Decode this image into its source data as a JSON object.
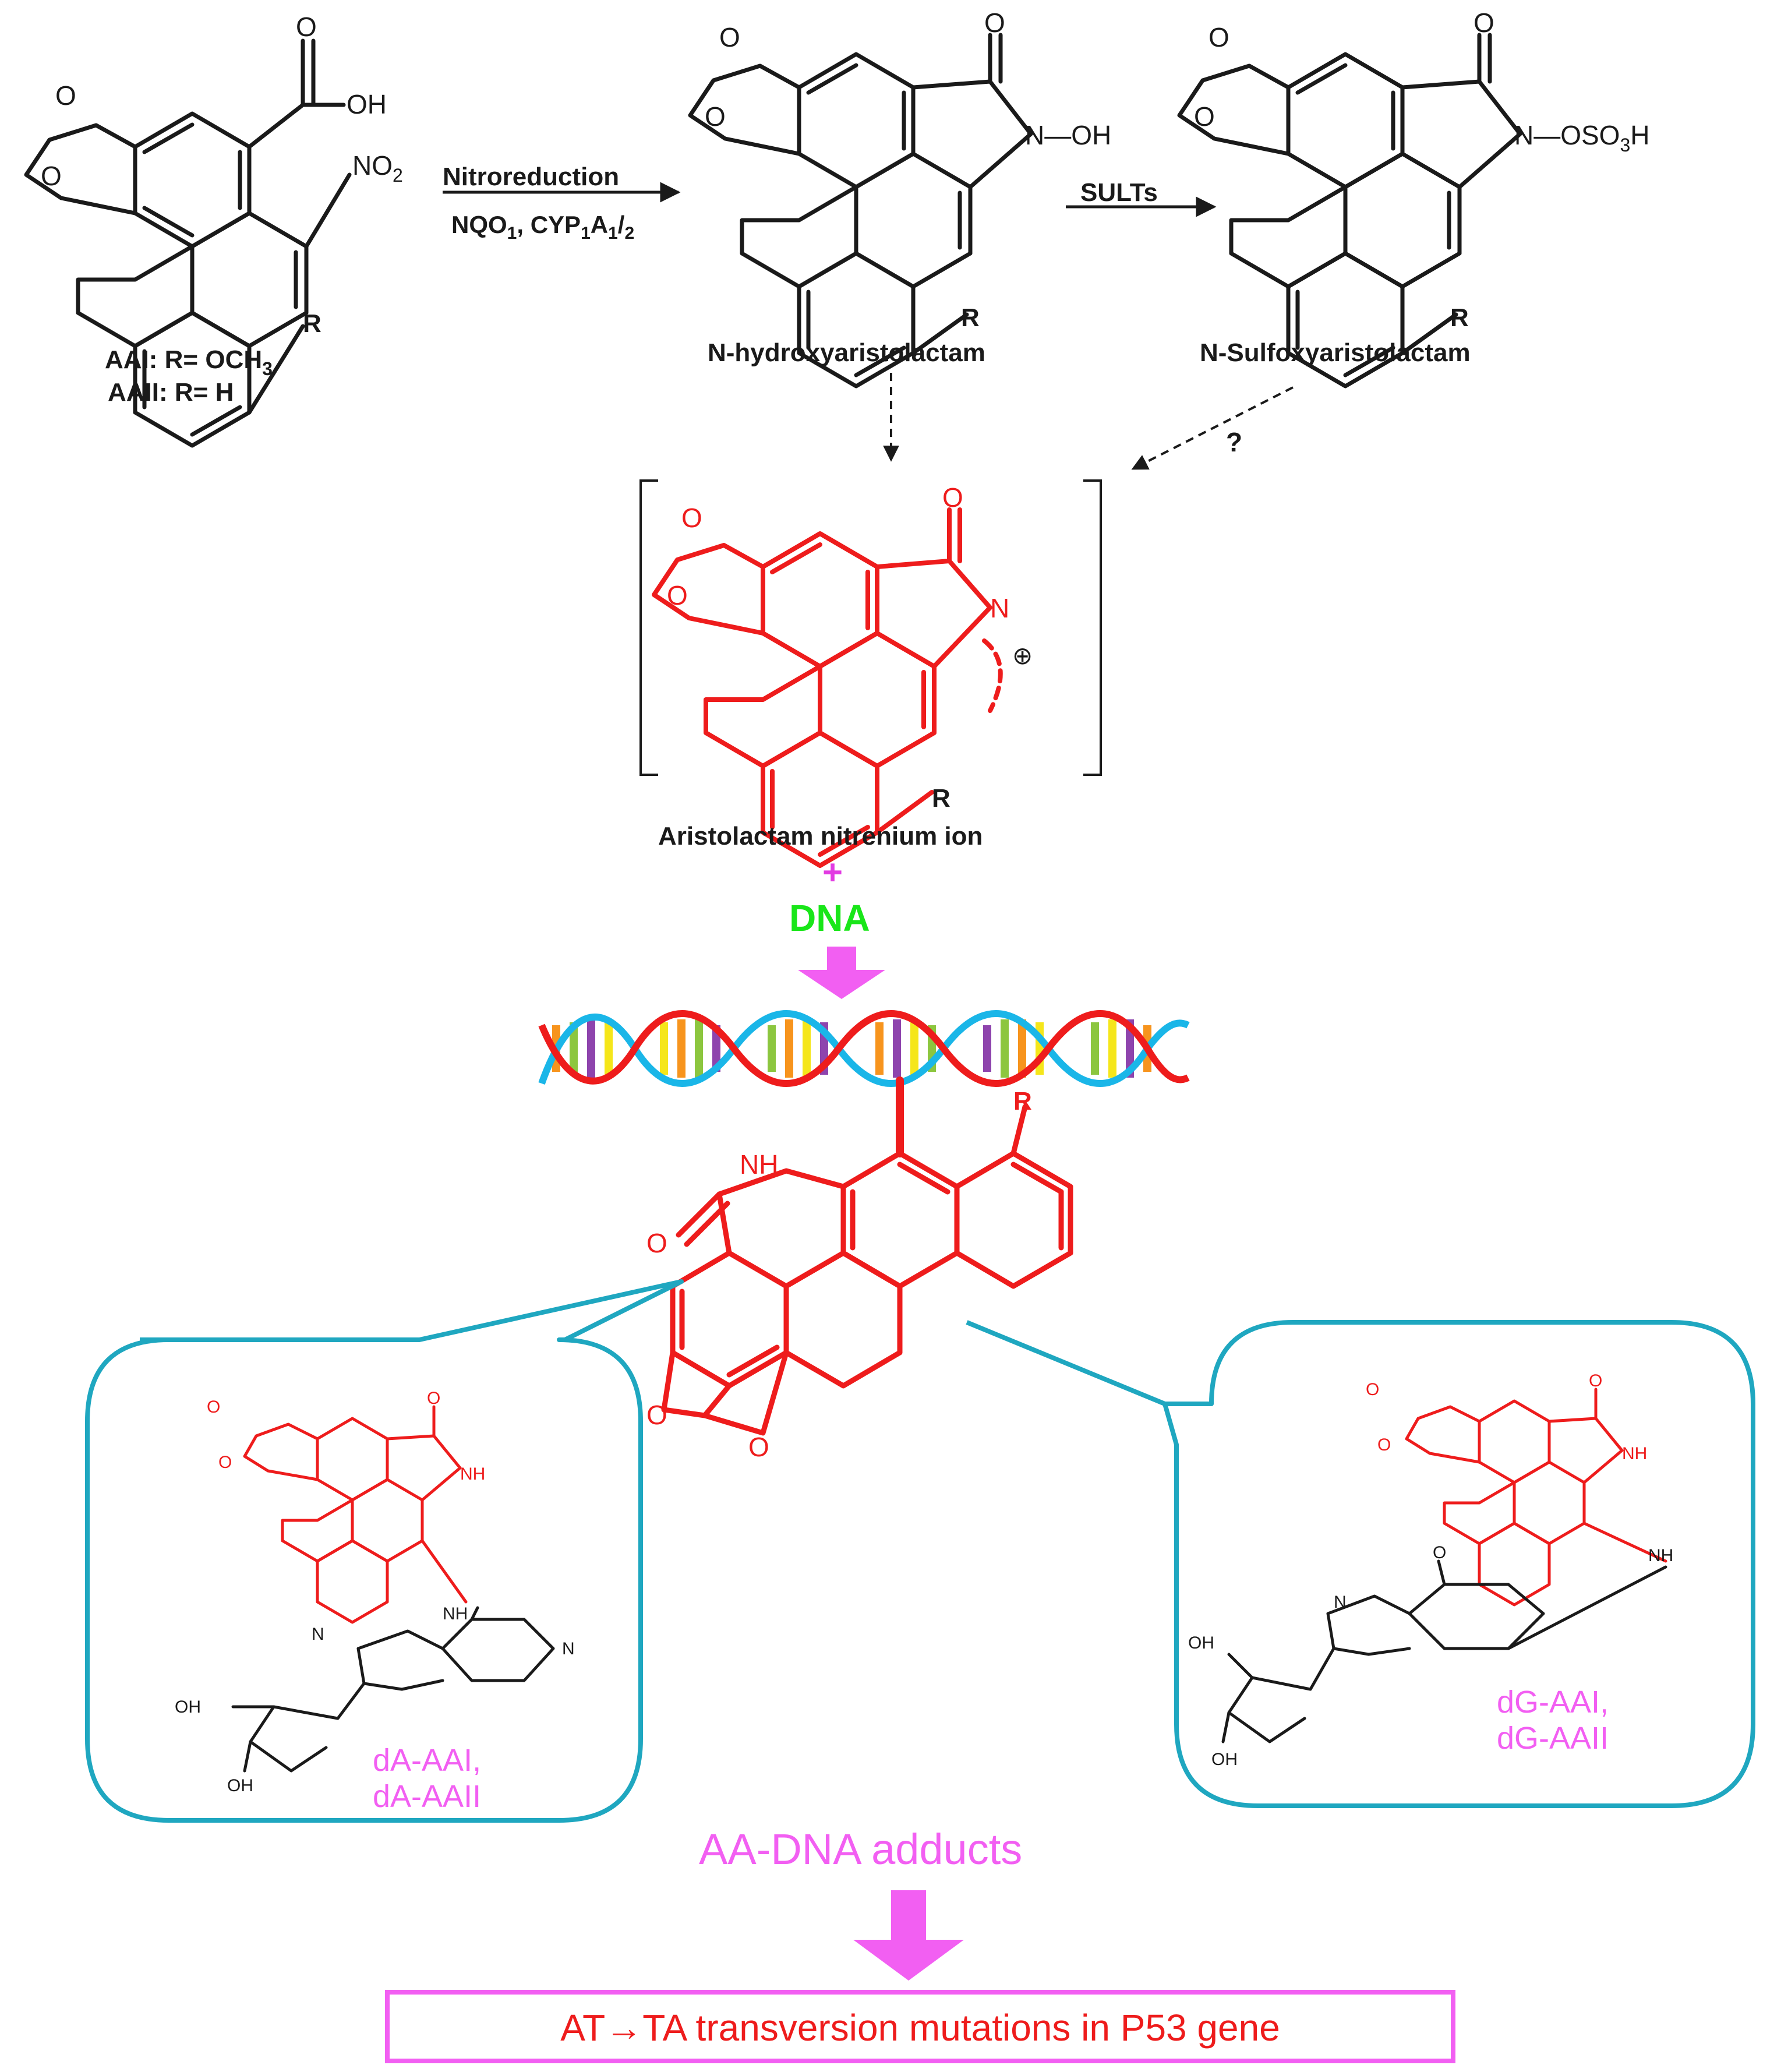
{
  "compounds": {
    "aa": {
      "r_label": "R",
      "r_def_1": "AAI: R= OCH",
      "r_def_1_sub": "3",
      "r_def_2": "AAII: R= H"
    },
    "n_hydroxy": {
      "name": "N-hydroxyaristolactam",
      "r_label": "R"
    },
    "n_sulfoxy": {
      "name": "N-Sulfoxyaristolactam",
      "r_label": "R"
    },
    "nitrenium": {
      "name": "Aristolactam nitrenium ion",
      "r_label": "R"
    },
    "bound": {
      "r_label": "R"
    }
  },
  "atoms": {
    "o": "O",
    "oh": "OH",
    "n": "N",
    "nh": "NH",
    "no2": "NO",
    "no2_sub": "2",
    "n_oh": "N—OH",
    "n_oso3h_a": "N—OSO",
    "n_oso3h_sub": "3",
    "n_oso3h_b": "H",
    "plus_ring": "⊕"
  },
  "arrows": {
    "nitroreduction": {
      "label": "Nitroreduction",
      "enzymes_a": "NQO",
      "enzymes_a_sub": "1",
      "enzymes_b": ", CYP",
      "enzymes_b_sub1": "1",
      "enzymes_c": "A",
      "enzymes_c_sub2": "1",
      "enzymes_d": "/",
      "enzymes_d_sub3": "2"
    },
    "sults": {
      "label": "SULTs"
    },
    "unknown": {
      "label": "?"
    }
  },
  "plus": "+",
  "dna": {
    "label": "DNA"
  },
  "adducts": {
    "da": {
      "line1": "dA-AAI,",
      "line2": "dA-AAII"
    },
    "dg": {
      "line1": "dG-AAI,",
      "line2": "dG-AAII"
    },
    "summary": "AA-DNA adducts"
  },
  "outcome": {
    "label": "AT→TA transversion mutations in P53 gene"
  },
  "colors": {
    "black": "#1a1a1a",
    "red": "#ee1c1c",
    "magenta": "#f25ff2",
    "green": "#19e619",
    "teal": "#1fa7c0",
    "dna_blue": "#1ab6e8",
    "bar_green": "#8cc63f",
    "bar_orange": "#f7941d",
    "bar_purple": "#8e44ad",
    "bar_yellow": "#f5e61a"
  }
}
